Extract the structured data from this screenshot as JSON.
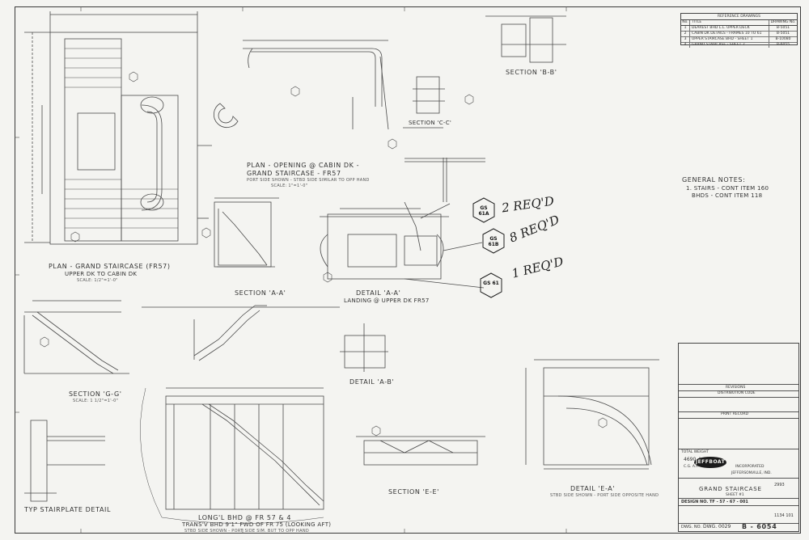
{
  "reference_drawings": {
    "title": "REFERENCE DRAWINGS",
    "col_no": "No.",
    "col_title": "TITLE",
    "col_dwg": "DRAWING No.",
    "rows": [
      {
        "no": "1",
        "title": "DEAREST BHD L.L. UPPER DECK",
        "dwg": "B-5051"
      },
      {
        "no": "2",
        "title": "CABIN DK DETAILS - FRAMES 10 TO 61",
        "dwg": "B-5051"
      },
      {
        "no": "3",
        "title": "UPPER STAIRCASE BHD - SHEET 1",
        "dwg": "B-10080"
      },
      {
        "no": "4",
        "title": "GRAND STAIRCASE - SHEET 2",
        "dwg": "B-6055"
      }
    ]
  },
  "views": {
    "plan_grand": "PLAN - GRAND STAIRCASE (FR57)",
    "plan_grand_sub": "UPPER DK TO CABIN DK",
    "plan_grand_scale": "SCALE: 1/2\"=1'-0\"",
    "plan_opening": "PLAN - OPENING @ CABIN DK -",
    "plan_opening_2": "GRAND STAIRCASE - FR57",
    "plan_opening_sub": "PORT SIDE SHOWN - STBD SIDE SIMILAR TO OPP HAND",
    "plan_opening_scale": "SCALE: 1\"=1'-0\"",
    "section_bb": "SECTION 'B-B'",
    "section_cc": "SECTION 'C-C'",
    "section_aa": "SECTION 'A-A'",
    "section_gg": "SECTION 'G-G'",
    "section_ee": "SECTION 'E-E'",
    "detail_aa": "DETAIL 'A-A'",
    "detail_aa_sub": "LANDING @ UPPER DK FR57",
    "detail_ab": "DETAIL 'A-B'",
    "detail_ea": "DETAIL 'E-A'",
    "detail_ea_sub": "STBD SIDE SHOWN - PORT SIDE OPPOSITE HAND",
    "typ_stair": "TYP STAIRPLATE DETAIL",
    "long_bhd": "LONG'L BHD @ FR 57 & 4",
    "trans_bhd": "TRANS'V BHD 9'1\" FWD OF FR 75 (LOOKING AFT)",
    "trans_bhd_sub": "STBD SIDE SHOWN - PORT SIDE SIM. BUT TO OPP HAND",
    "scale_small": "SCALE: 1 1/2\"=1'-0\""
  },
  "notes": {
    "title": "GENERAL NOTES:",
    "line1": "1. STAIRS - CONT ITEM 160",
    "line2": "BHDS - CONT ITEM 118"
  },
  "handwritten": {
    "gs61a": "GS 61A",
    "req2": "2 REQ'D",
    "gs61b": "GS 61B",
    "req8": "8 REQ'D",
    "gs61": "GS 61",
    "req1": "1 REQ'D"
  },
  "title_block": {
    "revisions": "REVISIONS",
    "distribution": "DISTRIBUTION CODE",
    "print_record": "PRINT RECORD",
    "total_weight": "TOTAL WEIGHT",
    "weight_value": "4690 #",
    "cg": "C.G. A.F.",
    "company": "JEFFBOAT",
    "company_sub": "INCORPORATED",
    "city": "JEFFERSONVILLE, IND.",
    "drawing_title": "GRAND STAIRCASE",
    "sheet": "SHEET #1",
    "design_no": "DESIGN NO. TF - 57 - 67 - 001",
    "hull": "2993",
    "contract": "1134 101",
    "dwg_no": "B - 6054",
    "dwg_label": "DWG. NO.",
    "sheet_no": "DWG. 0029"
  }
}
